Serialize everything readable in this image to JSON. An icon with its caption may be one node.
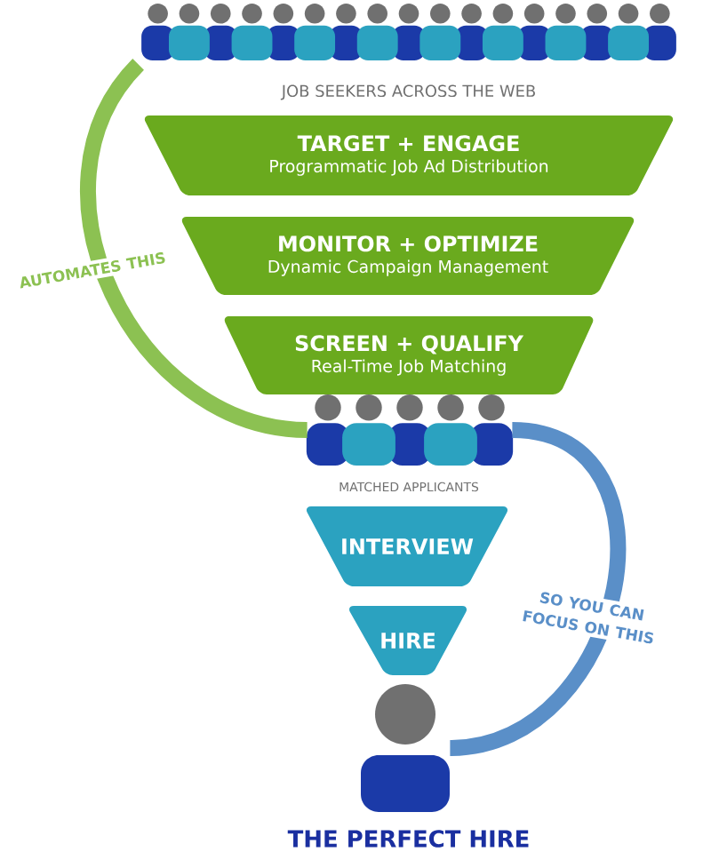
{
  "diagram": {
    "nodes": [
      {
        "text": [],
        "shape": "person",
        "beside": [
          "JOB SEEKERS ACROSS THE WEB"
        ]
      },
      {
        "text": [
          "TARGET + ENGAGE",
          "Programmatic Job Ad Distribution"
        ]
      },
      {
        "text": [
          "MONITOR + OPTIMIZE",
          "Dynamic Campaign Management"
        ]
      },
      {
        "text": [
          "SCREEN + QUALIFY",
          "Real-Time Job Matching"
        ]
      },
      {
        "text": [],
        "shape": "person",
        "beside": [
          "MATCHED APPLICANTS"
        ]
      },
      {
        "text": [
          "INTERVIEW"
        ]
      },
      {
        "text": [
          "HIRE"
        ]
      },
      {
        "text": [],
        "shape": "person",
        "beside": [
          "THE PERFECT HIRE"
        ]
      }
    ],
    "edges": [
      {
        "from": 0,
        "to": 4,
        "arrow": "none",
        "label": "AUTOMATES THIS",
        "color": "#8cc152"
      },
      {
        "from": 4,
        "to": 7,
        "arrow": "none",
        "label": "SO YOU CAN FOCUS ON THIS",
        "color": "#5a8fc8"
      }
    ]
  }
}
